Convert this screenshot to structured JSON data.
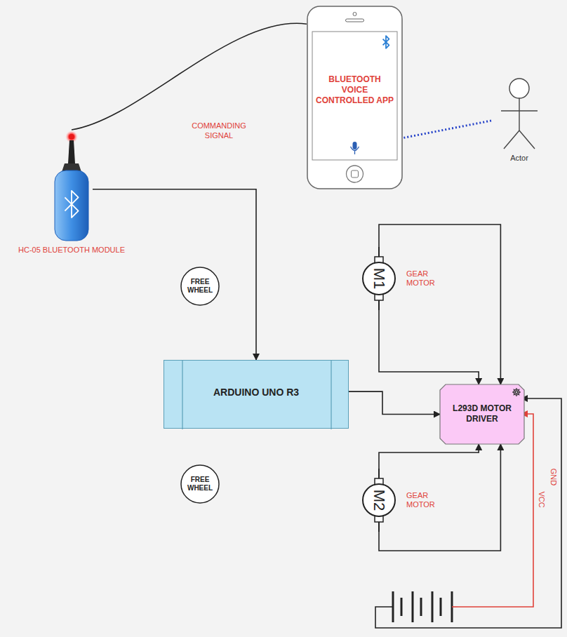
{
  "diagram": {
    "nodes": [
      {
        "text": [
          "BLUETOOTH VOICE CONTROLLED APP"
        ]
      },
      {
        "text": [
          "Actor"
        ]
      },
      {
        "text": [
          "HC-05 BLUETOOTH MODULE"
        ]
      },
      {
        "text": [
          "M1",
          "GEAR MOTOR"
        ]
      },
      {
        "text": [
          "FREE WHEEL"
        ]
      },
      {
        "text": [
          "ARDUINO UNO R3"
        ]
      },
      {
        "text": [
          "L293D MOTOR DRIVER"
        ]
      },
      {
        "text": [
          "FREE WHEEL"
        ]
      },
      {
        "text": [
          "M2",
          "GEAR MOTOR"
        ]
      }
    ],
    "edges": [
      {
        "from": 0,
        "to": 2,
        "label": "COMMANDING SIGNAL",
        "arrow": "none"
      },
      {
        "from": 1,
        "to": 0,
        "arrow": "none"
      },
      {
        "from": 2,
        "to": 5,
        "arrow": "to"
      },
      {
        "from": 5,
        "to": 6,
        "arrow": "to"
      },
      {
        "from": 3,
        "to": 6,
        "arrow": "to"
      },
      {
        "from": 3,
        "to": 6,
        "arrow": "to"
      },
      {
        "from": 8,
        "to": 6,
        "arrow": "to"
      },
      {
        "from": 8,
        "to": 6,
        "arrow": "to"
      }
    ],
    "labels": [
      "VCC",
      "GND"
    ]
  }
}
